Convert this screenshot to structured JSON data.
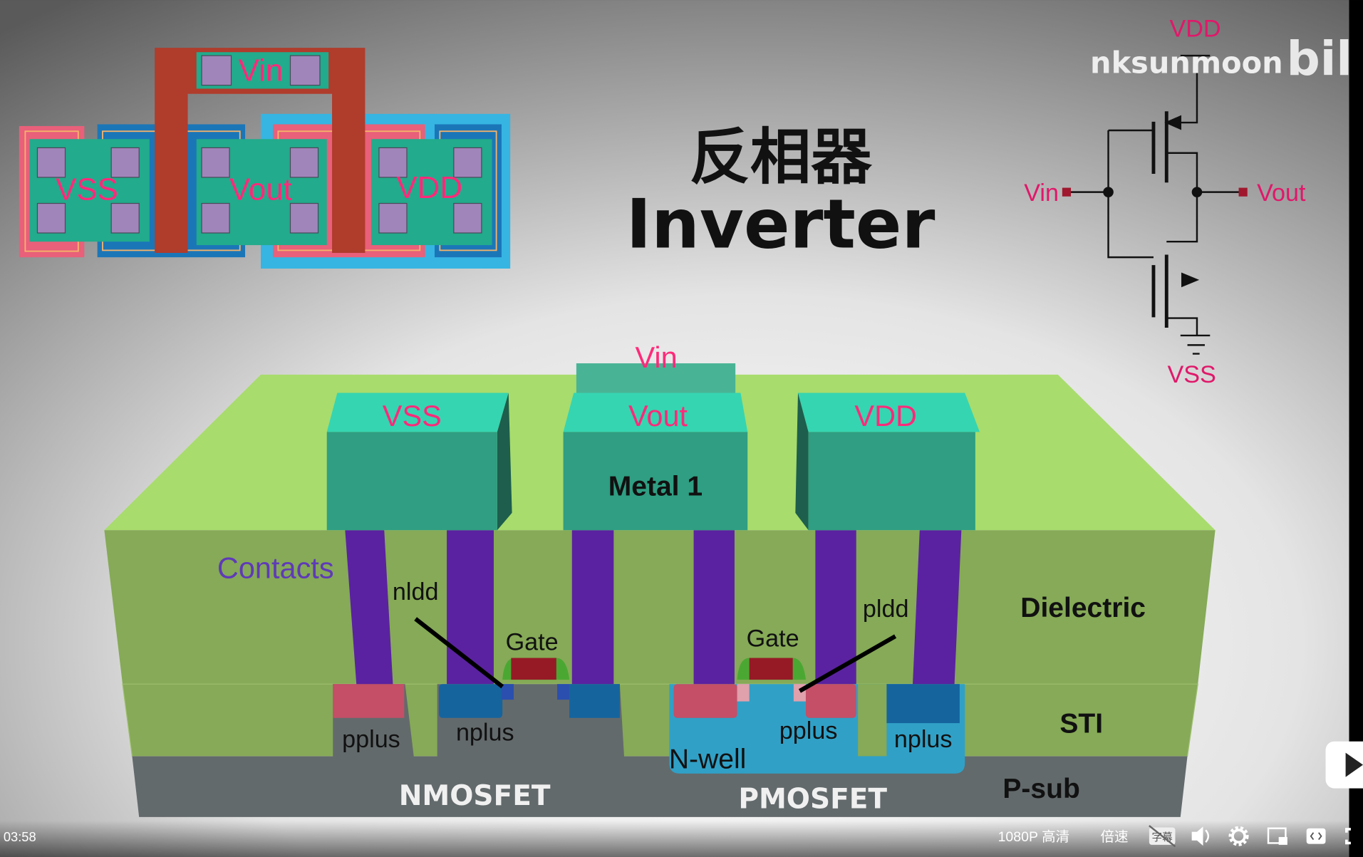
{
  "layout_view": {
    "vin": "Vin",
    "vss": "VSS",
    "vout": "Vout",
    "vdd": "VDD"
  },
  "title": {
    "zh": "反相器",
    "en": "Inverter"
  },
  "schematic": {
    "vdd": "VDD",
    "vss": "VSS",
    "vin": "Vin",
    "vout": "Vout"
  },
  "watermark": {
    "author": "nksunmoon",
    "site": "bilib"
  },
  "cross_section": {
    "vin": "Vin",
    "vss": "VSS",
    "vout": "Vout",
    "vdd": "VDD",
    "metal": "Metal 1",
    "contacts": "Contacts",
    "nldd": "nldd",
    "pldd": "pldd",
    "gate_n": "Gate",
    "gate_p": "Gate",
    "dielectric": "Dielectric",
    "sti": "STI",
    "psub": "P-sub",
    "nmos": "NMOSFET",
    "pmos": "PMOSFET",
    "pplus_n": "pplus",
    "nplus_n": "nplus",
    "pplus_p": "pplus",
    "nplus_p": "nplus",
    "nwell": "N-well"
  },
  "player": {
    "time": "03:58",
    "quality": "1080P 高清",
    "speed": "倍速",
    "subtitle": "字幕"
  },
  "colors": {
    "label_pink": "#f0287a",
    "metal": "#2f9e82",
    "contact": "#5a22a0",
    "dielectric": "#86aa57"
  }
}
